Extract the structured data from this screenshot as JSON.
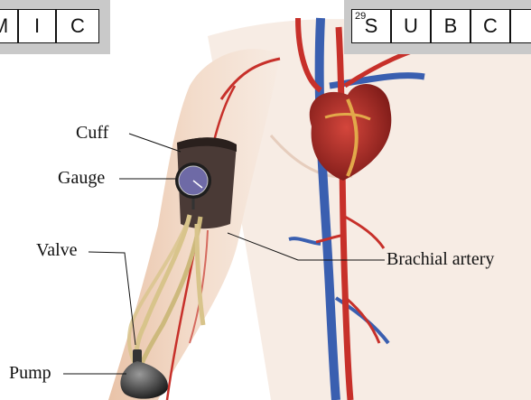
{
  "crossword_left": {
    "letters": [
      "M",
      "I",
      "C"
    ]
  },
  "crossword_right": {
    "clue_number": "29",
    "letters": [
      "S",
      "U",
      "B",
      "C",
      ""
    ]
  },
  "labels": {
    "cuff": "Cuff",
    "gauge": "Gauge",
    "valve": "Valve",
    "pump": "Pump",
    "brachial_artery": "Brachial artery"
  }
}
